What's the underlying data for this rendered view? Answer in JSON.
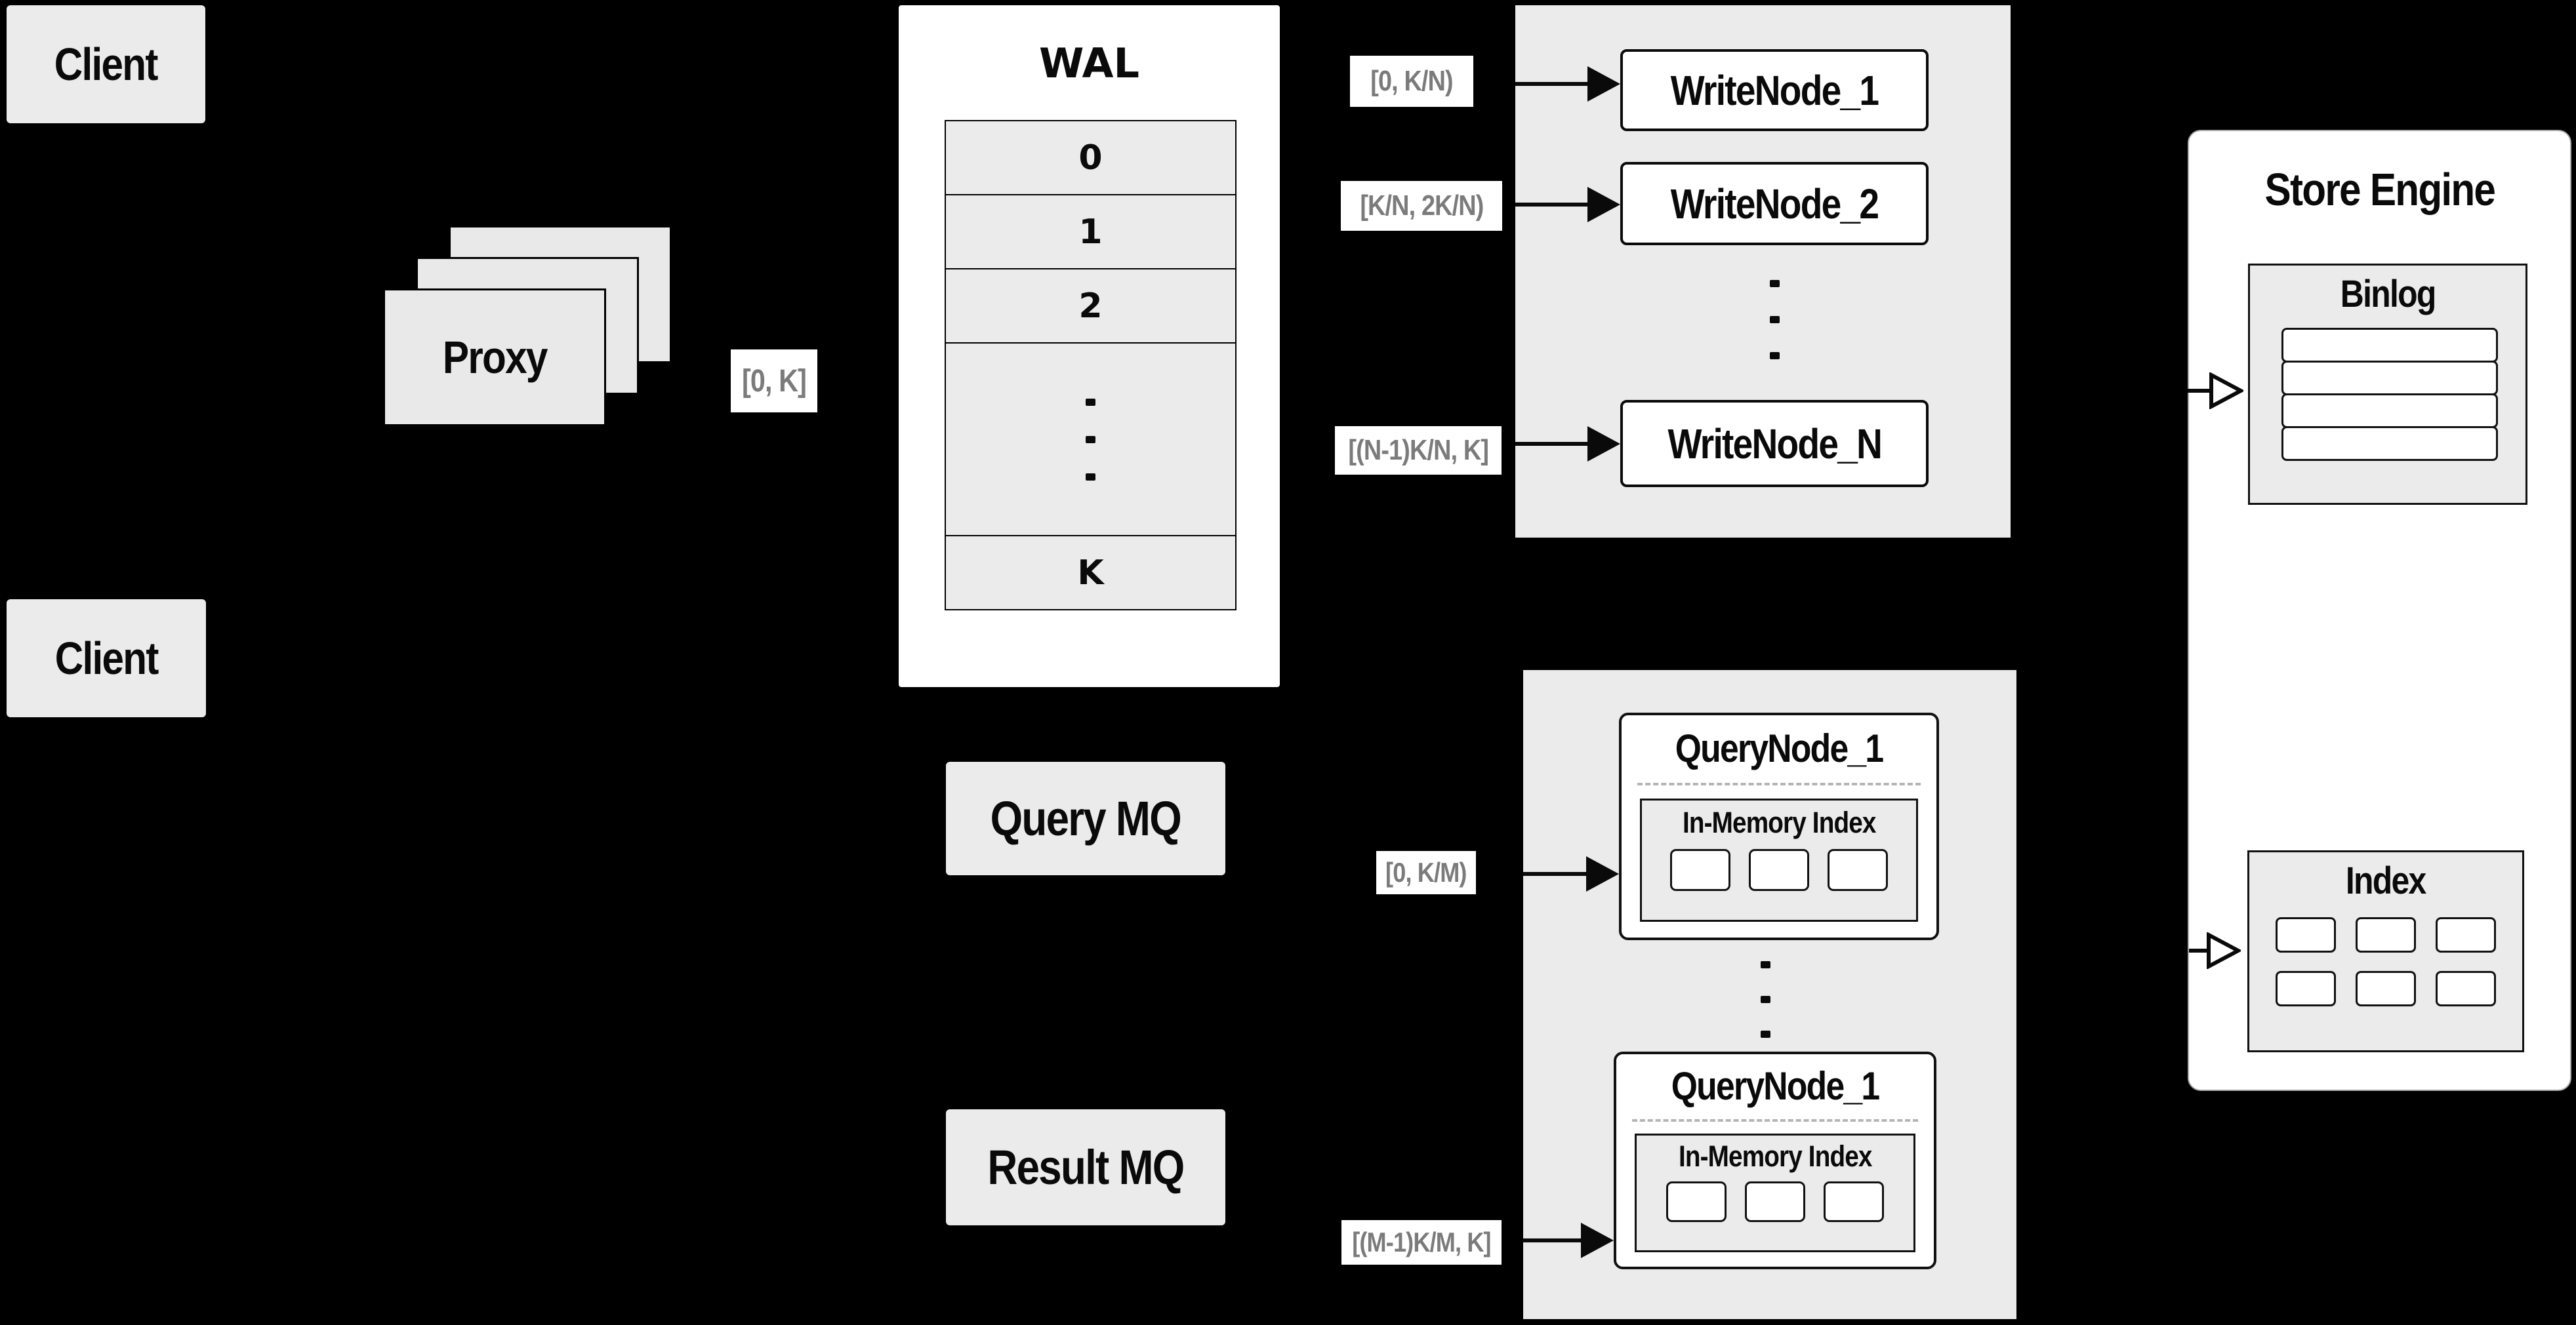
{
  "palette": {
    "background": "#000000",
    "panel_gray": "#ebebeb",
    "white": "#ffffff",
    "line_black": "#0a0a0a",
    "store_engine_border": "#a8a8a8",
    "range_text_gray": "#7b7b7b",
    "dashed_divider_gray": "#b5b5b5"
  },
  "client_top": {
    "label": "Client"
  },
  "client_bottom": {
    "label": "Client"
  },
  "proxy": {
    "label": "Proxy",
    "range": "[0, K]"
  },
  "wal": {
    "title": "WAL",
    "slots": [
      "0",
      "1",
      "2",
      "K"
    ]
  },
  "write_group": {
    "node1": "WriteNode_1",
    "node2": "WriteNode_2",
    "nodeN": "WriteNode_N",
    "range1": "[0, K/N)",
    "range2": "[K/N, 2K/N)",
    "rangeN": "[(N-1)K/N, K]"
  },
  "mq": {
    "query": "Query MQ",
    "result": "Result MQ"
  },
  "query_group": {
    "node1_title": "QueryNode_1",
    "node2_title": "QueryNode_1",
    "node1_index_title": "In-Memory Index",
    "node2_index_title": "In-Memory Index",
    "range1": "[0, K/M)",
    "range2": "[(M-1)K/M, K]"
  },
  "store_engine": {
    "title": "Store Engine",
    "binlog": "Binlog",
    "index": "Index"
  }
}
